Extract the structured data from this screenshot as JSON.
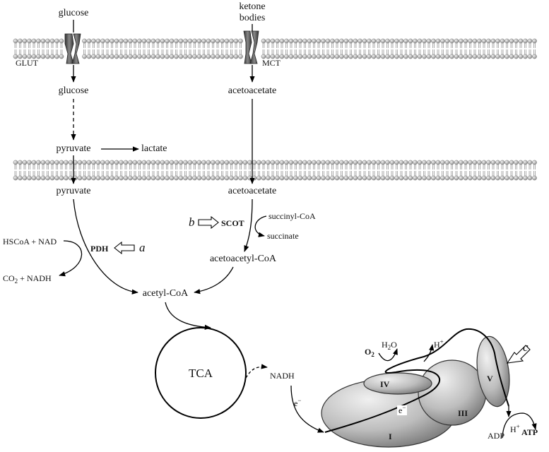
{
  "membrane": {
    "glucose_outside": "glucose",
    "ketone_line1": "ketone",
    "ketone_line2": "bodies",
    "glut": "GLUT",
    "mct": "MCT"
  },
  "metabolites": {
    "glucose_inside": "glucose",
    "acetoacetate_1": "acetoacetate",
    "pyruvate_1": "pyruvate",
    "lactate": "lactate",
    "pyruvate_2": "pyruvate",
    "acetoacetate_2": "acetoacetate",
    "succinyl_coa": "succinyl-CoA",
    "succinate": "succinate",
    "acetoacetyl_coa": "acetoacetyl-CoA",
    "hscoa_nad": "HSCoA + NAD",
    "co2_nadh": "CO",
    "co2_sub": "2",
    "co2_rest": " + NADH",
    "acetyl_coa": "acetyl-CoA",
    "tca": "TCA",
    "nadh": "NADH",
    "e_minus": "e",
    "minus": "−"
  },
  "enzymes": {
    "pdh": "PDH",
    "scot": "SCOT",
    "a": "a",
    "b": "b",
    "c": "c"
  },
  "etc": {
    "o2": "O",
    "o2_sub": "2",
    "h2o_h": "H",
    "h2o_sub": "2",
    "h2o_o": "O",
    "h_plus_1": "H",
    "plus": "+",
    "h_plus_2": "H",
    "adp": "ADP",
    "atp": "ATP",
    "e_inside": "e",
    "complex_I": "I",
    "complex_III": "III",
    "complex_IV": "IV",
    "complex_V": "V"
  }
}
